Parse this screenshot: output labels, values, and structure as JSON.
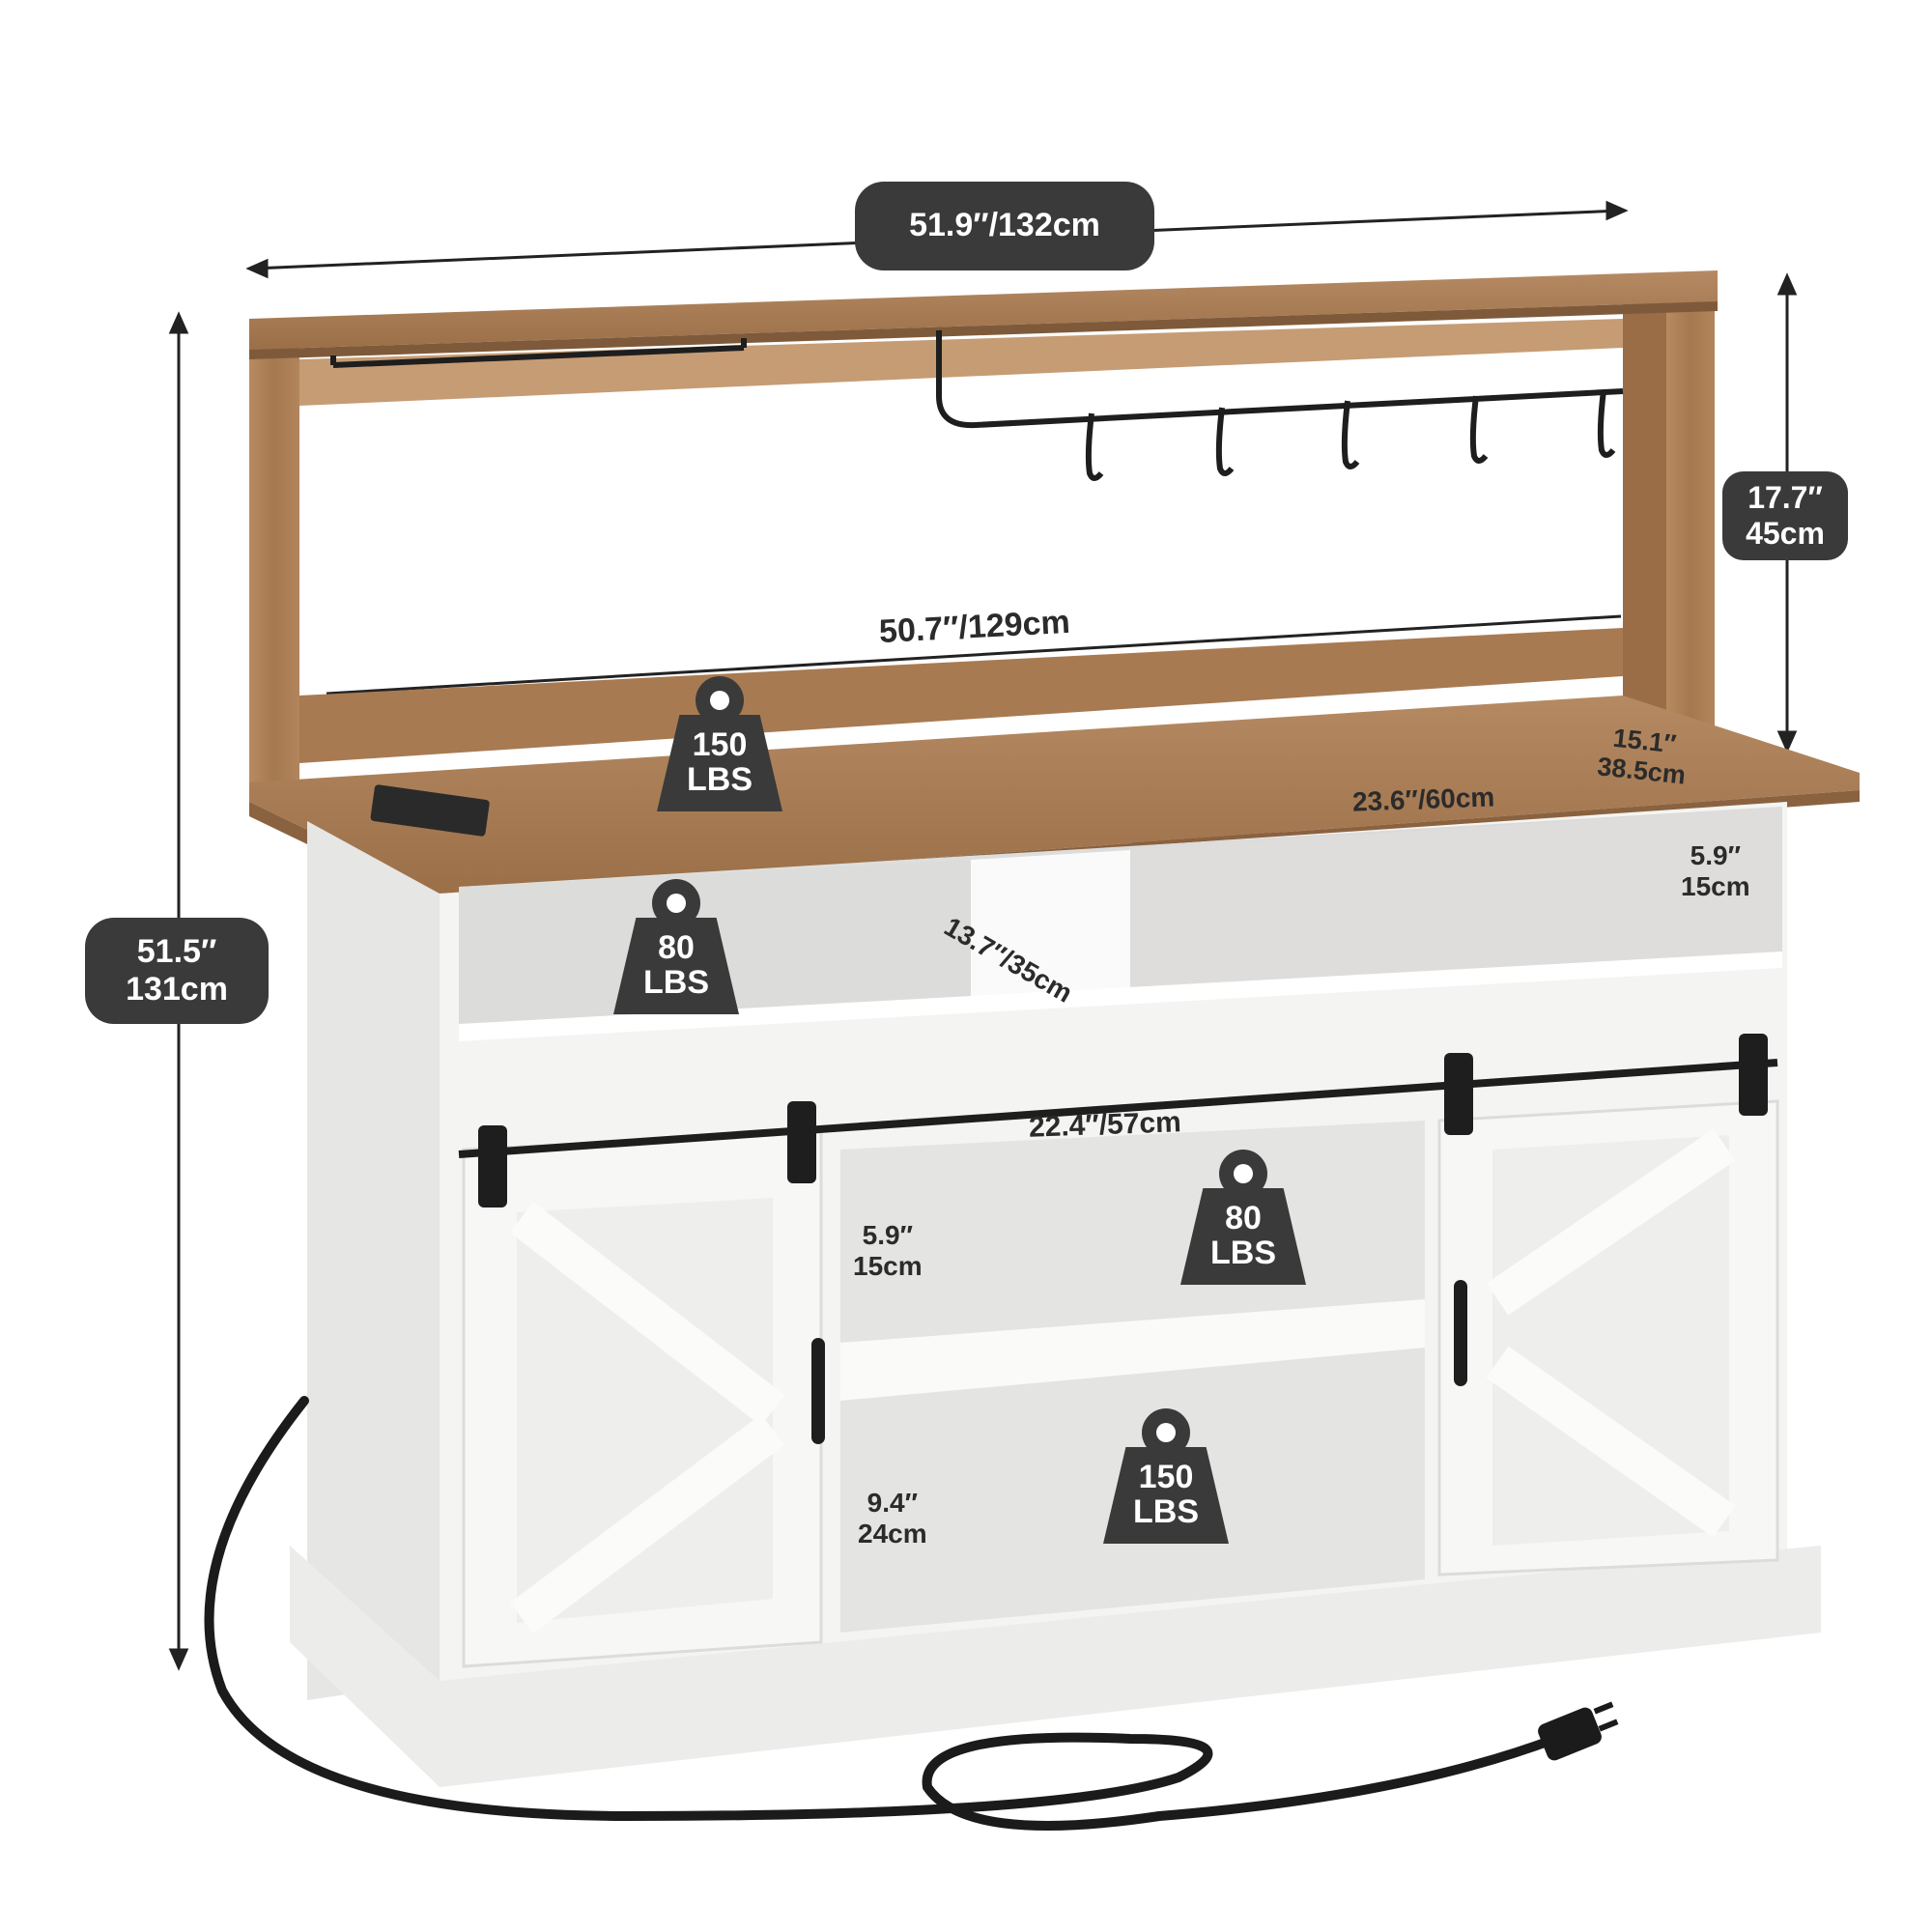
{
  "dimensions": {
    "overall_width": "51.9″/132cm",
    "overall_height_in": "51.5″",
    "overall_height_cm": "131cm",
    "hutch_height_in": "17.7″",
    "hutch_height_cm": "45cm",
    "hutch_inner_width": "50.7″/129cm",
    "depth_in": "15.1″",
    "depth_cm": "38.5cm",
    "right_cubby_width": "23.6″/60cm",
    "cubby_height_in": "5.9″",
    "cubby_height_cm": "15cm",
    "left_cubby_depth": "13.7″/35cm",
    "center_width": "22.4″/57cm",
    "center_upper_height_in": "5.9″",
    "center_upper_height_cm": "15cm",
    "center_lower_height_in": "9.4″",
    "center_lower_height_cm": "24cm"
  },
  "weights": {
    "countertop": {
      "value": "150",
      "unit": "LBS"
    },
    "left_cubby": {
      "value": "80",
      "unit": "LBS"
    },
    "center_shelf": {
      "value": "80",
      "unit": "LBS"
    },
    "bottom_shelf": {
      "value": "150",
      "unit": "LBS"
    }
  },
  "colors": {
    "wood": "#a97c55",
    "white_cabinet": "#f2f2f0",
    "metal": "#1e1e1e",
    "badge": "#3a3a3a"
  }
}
